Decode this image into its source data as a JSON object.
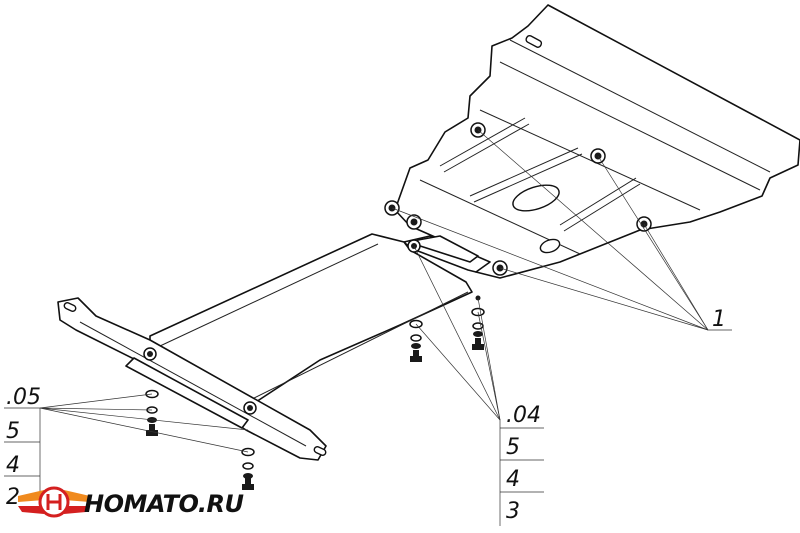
{
  "callouts": {
    "main_part": "1",
    "front_group": [
      ".05",
      "5",
      "4",
      "2"
    ],
    "mid_group": [
      ".04",
      "5",
      "4",
      "3"
    ]
  },
  "logo": {
    "text": "HOMATO.RU",
    "colors": {
      "red": "#d42020",
      "orange": "#f08a1e"
    }
  }
}
